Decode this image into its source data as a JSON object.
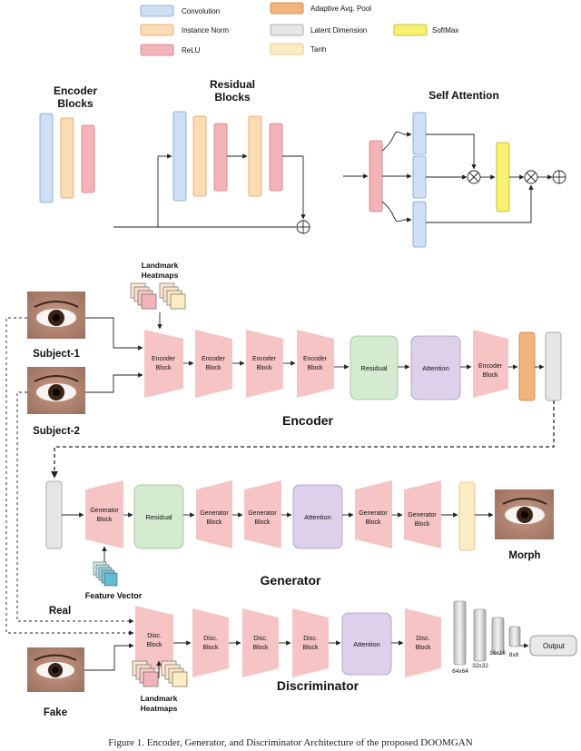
{
  "legend": {
    "convolution": "Convolution",
    "instance_norm": "Instance Norm",
    "relu": "ReLU",
    "adaptive_pool": "Adaptive Avg. Pool",
    "latent": "Latent Dimension",
    "tanh": "Tanh",
    "softmax": "SoftMax"
  },
  "colors": {
    "convolution": "#cfe0f4",
    "instance_norm": "#fbdcb4",
    "relu": "#f2b4b8",
    "adaptive_pool": "#f0b47c",
    "latent": "#e6e6e6",
    "tanh": "#fcecc4",
    "softmax": "#f7f070",
    "residual": "#d4ebcf",
    "attention": "#ddd0ea",
    "trapezoid": "#f6c4c4"
  },
  "top_titles": {
    "encoder_blocks_1": "Encoder",
    "encoder_blocks_2": "Blocks",
    "residual_blocks_1": "Residual",
    "residual_blocks_2": "Blocks",
    "self_attention": "Self Attention"
  },
  "encoder": {
    "landmark_1": "Landmark",
    "landmark_2": "Heatmaps",
    "subject1": "Subject-1",
    "subject2": "Subject-2",
    "block_line1": "Encoder",
    "block_line2": "Block",
    "residual": "Residual",
    "attention": "Attention",
    "title": "Encoder"
  },
  "generator": {
    "block_line1": "Generator",
    "block_line2": "Block",
    "residual": "Residual",
    "attention": "Attention",
    "feature_vector": "Feature Vector",
    "morph": "Morph",
    "title": "Generator"
  },
  "discriminator": {
    "real": "Real",
    "fake": "Fake",
    "block_line1": "Disc.",
    "block_line2": "Block",
    "attention": "Attention",
    "landmark_1": "Landmark",
    "landmark_2": "Heatmaps",
    "sizes": [
      "64x64",
      "32x32",
      "16x16",
      "8x8"
    ],
    "output": "Output",
    "title": "Discriminator"
  },
  "caption": "Figure 1. Encoder, Generator, and Discriminator Architecture of the proposed DOOMGAN"
}
